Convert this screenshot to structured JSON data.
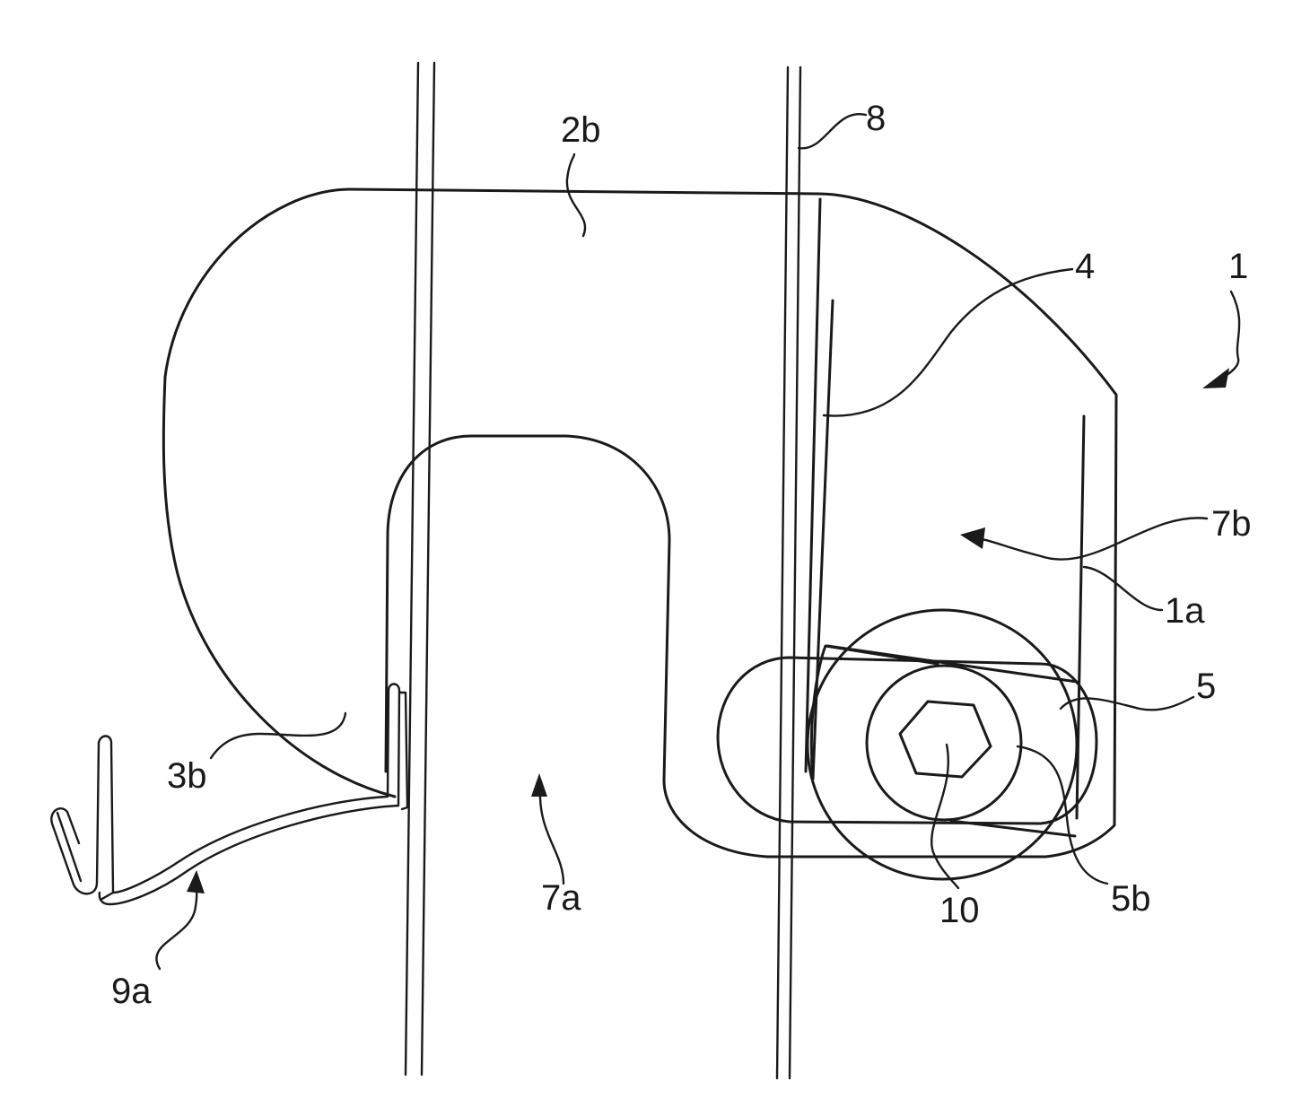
{
  "colors": {
    "stroke": "#1a1a1a",
    "background": "#ffffff"
  },
  "labels": {
    "l1": "1",
    "l1a": "1a",
    "l2b": "2b",
    "l3b": "3b",
    "l4": "4",
    "l5": "5",
    "l5b": "5b",
    "l7a": "7a",
    "l7b": "7b",
    "l8": "8",
    "l9a": "9a",
    "l10": "10"
  }
}
